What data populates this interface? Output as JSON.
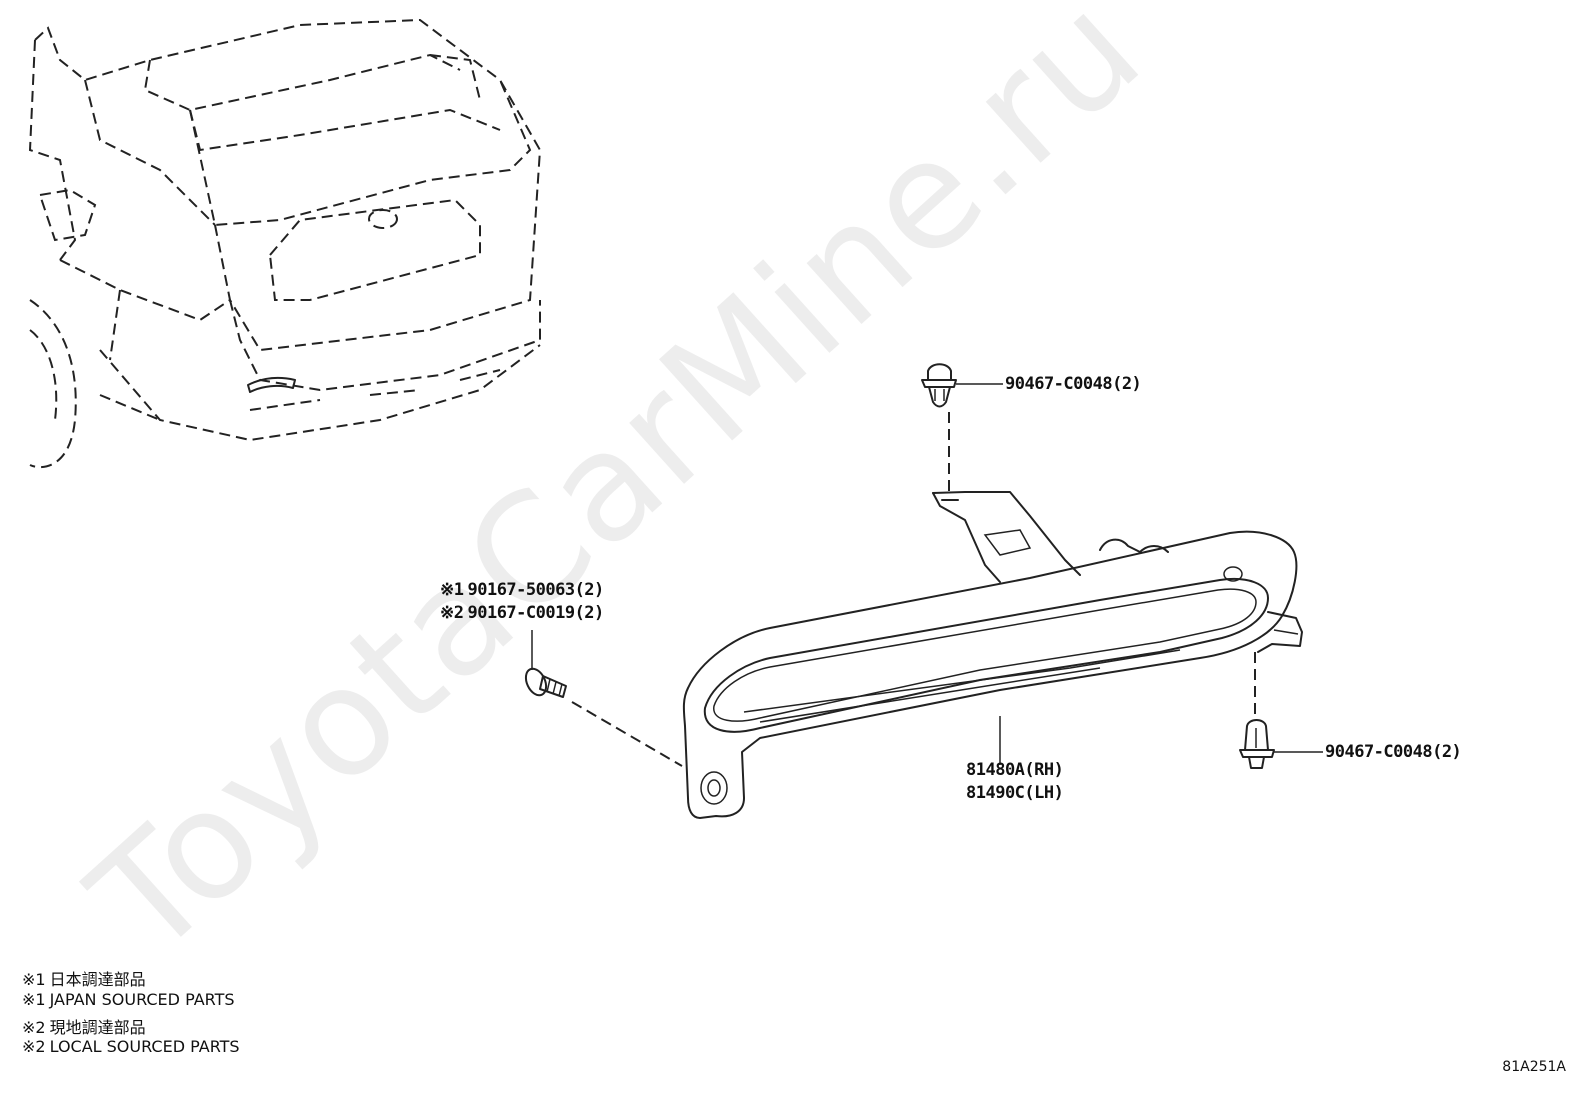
{
  "watermark": "ToyotaCarMine.ru",
  "callouts": {
    "clip_top": "90467-C0048(2)",
    "clip_bottom": "90467-C0048(2)",
    "screw_line1_mark": "※1",
    "screw_line1_part": "90167-50063(2)",
    "screw_line2_mark": "※2",
    "screw_line2_part": "90167-C0019(2)",
    "lamp_rh": "81480A(RH)",
    "lamp_lh": "81490C(LH)"
  },
  "notes": [
    {
      "mark": "※1",
      "text": "日本調達部品"
    },
    {
      "mark": "※1",
      "text": "JAPAN SOURCED PARTS"
    },
    {
      "mark": "※2",
      "text": "現地調達部品"
    },
    {
      "mark": "※2",
      "text": "LOCAL SOURCED PARTS"
    }
  ],
  "diagram_code": "81A251A"
}
